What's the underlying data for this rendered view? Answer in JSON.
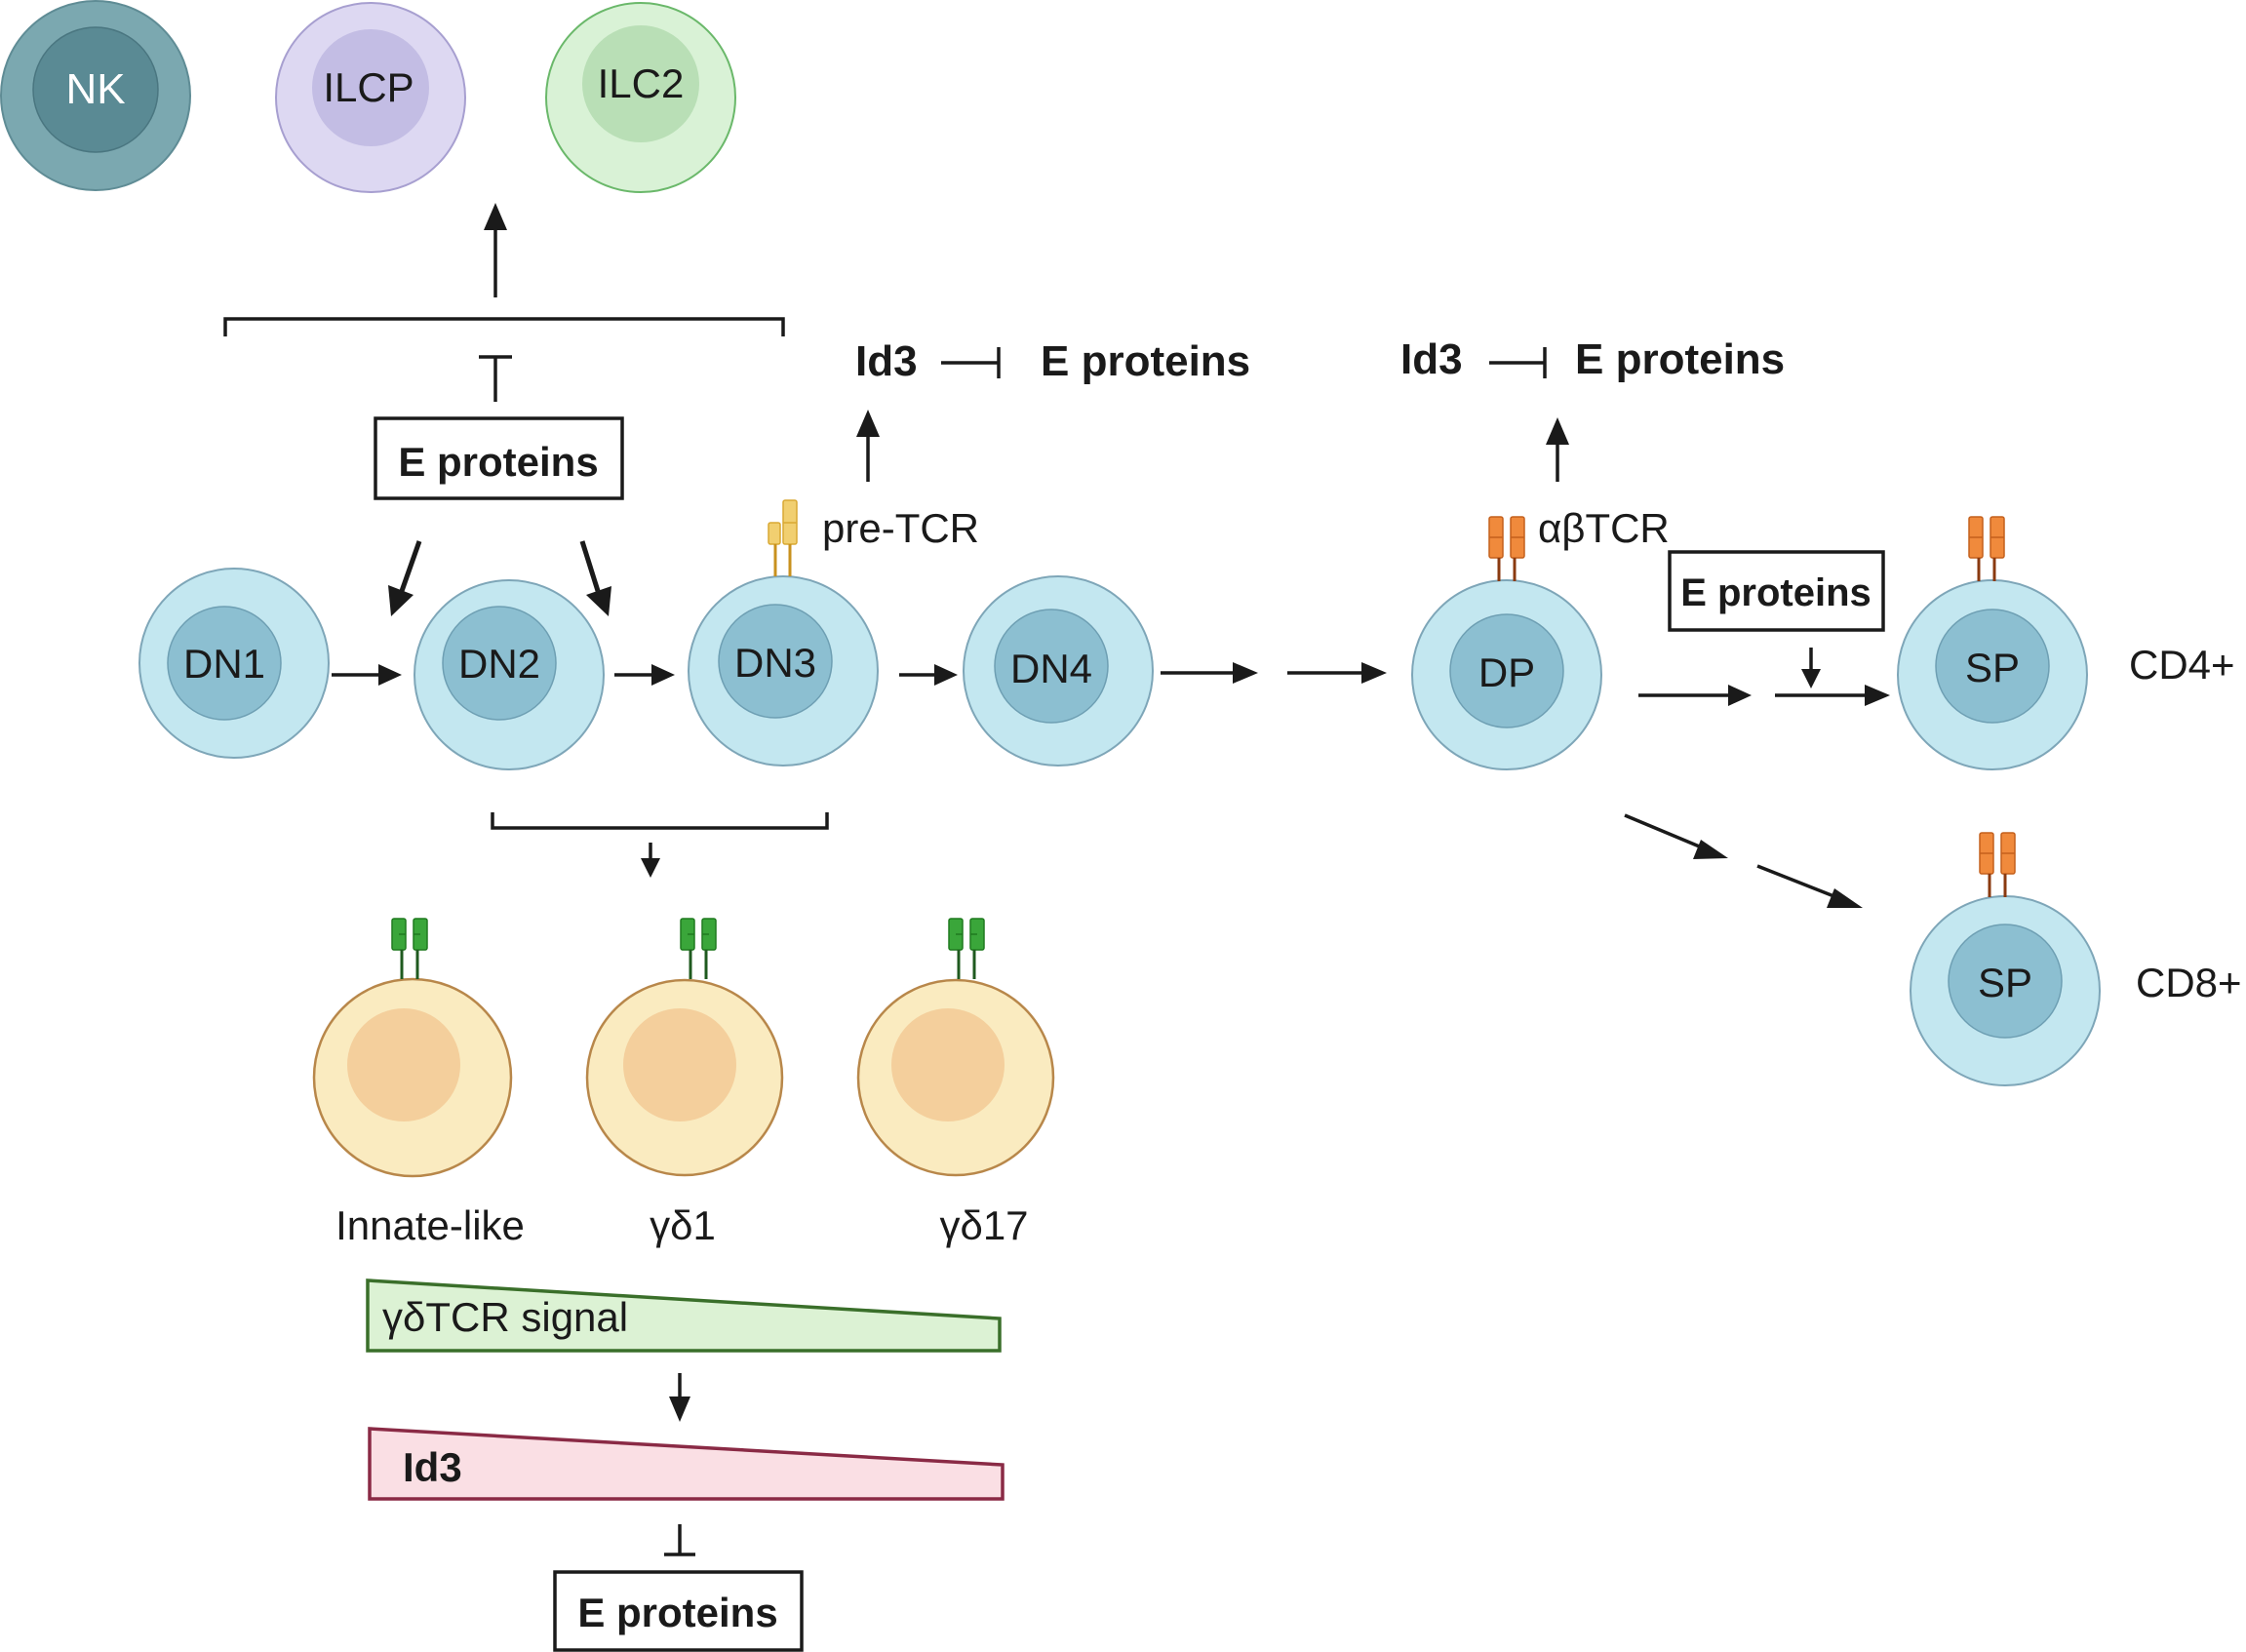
{
  "cells": {
    "nk": "NK",
    "ilcp": "ILCP",
    "ilc2": "ILC2",
    "dn1": "DN1",
    "dn2": "DN2",
    "dn3": "DN3",
    "dn4": "DN4",
    "dp": "DP",
    "sp_cd4": "SP",
    "sp_cd8": "SP"
  },
  "labels": {
    "e_proteins_top_box": "E proteins",
    "pre_tcr": "pre-TCR",
    "ab_tcr": "αβTCR",
    "id3_left": "Id3",
    "e_proteins_left": "E proteins",
    "id3_right": "Id3",
    "e_proteins_right": "E proteins",
    "e_proteins_cd4_box": "E proteins",
    "cd4": "CD4+",
    "cd8": "CD8+",
    "innate_like": "Innate-like",
    "gd1": "γδ1",
    "gd17": "γδ17",
    "gd_signal": "γδTCR signal",
    "id3_wedge": "Id3",
    "e_proteins_bottom_box": "E proteins"
  },
  "colors": {
    "nk_outer": "#7ba8b0",
    "nk_inner": "#5a8a94",
    "ilcp_outer": "#ddd8f2",
    "ilcp_inner": "#c3bde4",
    "ilc2_outer": "#d9f2d6",
    "ilc2_inner": "#b9dfb6",
    "t_outer": "#c3e7f0",
    "t_inner": "#8cbfd1",
    "gd_outer": "#faebc0",
    "gd_inner": "#f4cf9c",
    "gd_receptor": "#3aa63a",
    "pre_tcr_receptor": "#f1cf70",
    "ab_receptor": "#f08a3c",
    "signal_fill": "#dcf2d4",
    "signal_stroke": "#3a6f2a",
    "id3_fill": "#fadfe4",
    "id3_stroke": "#8a2a45"
  }
}
